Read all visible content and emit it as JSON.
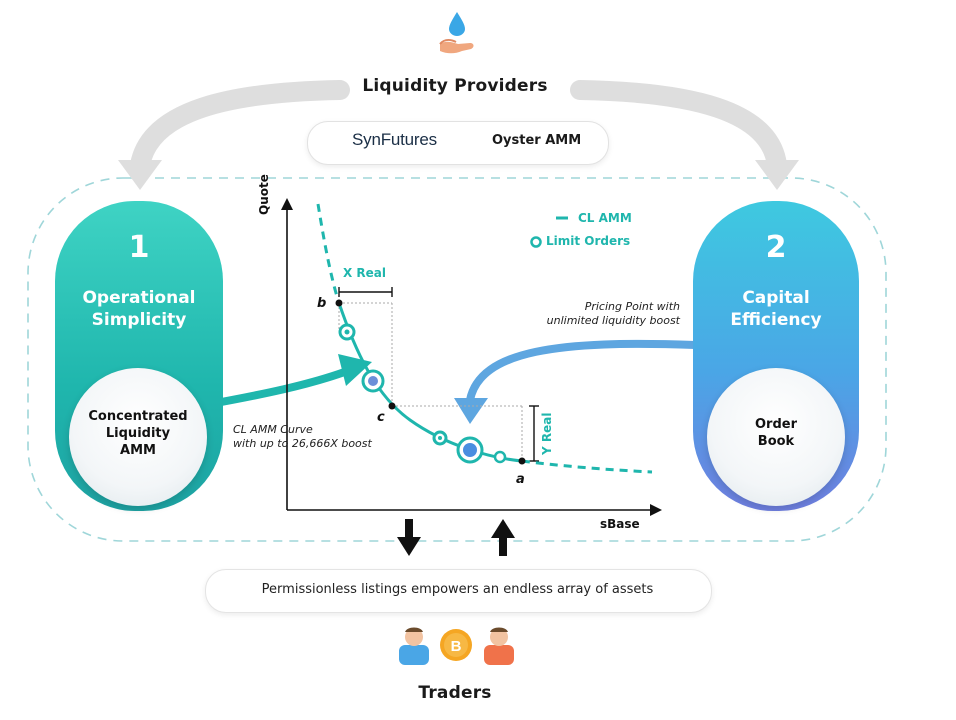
{
  "providers_title": "Liquidity Providers",
  "traders_title": "Traders",
  "brands": {
    "synfutures": "SynFutures",
    "oyster": "Oyster AMM"
  },
  "box1": {
    "number": "1",
    "title_line1": "Operational",
    "title_line2": "Simplicity",
    "circle_line1": "Concentrated",
    "circle_line2": "Liquidity",
    "circle_line3": "AMM"
  },
  "box2": {
    "number": "2",
    "title_line1": "Capital",
    "title_line2": "Efficiency",
    "circle_line1": "Order",
    "circle_line2": "Book"
  },
  "chart": {
    "y_axis": "Quote",
    "x_axis": "sBase",
    "legend": {
      "curve": "CL AMM",
      "orders": "Limit Orders"
    },
    "x_real": "X Real",
    "y_real": "Y Real",
    "points": {
      "a": "a",
      "b": "b",
      "c": "c"
    }
  },
  "annotations": {
    "cl_curve_line1": "CL AMM Curve",
    "cl_curve_line2": "with up to 26,666X boost",
    "pricing_line1": "Pricing Point with",
    "pricing_line2": "unlimited liquidity boost"
  },
  "permissionless": "Permissionless listings empowers an endless array of assets",
  "icons": [
    "water-drop-hand-icon",
    "synfutures-logo-icon",
    "oyster-logo-icon",
    "trader-left-icon",
    "bitcoin-coin-icon",
    "trader-right-icon"
  ],
  "colors": {
    "teal": "#1fb6ad",
    "blue": "#4aa6e6",
    "gray_arrow": "#d9d9d9"
  }
}
